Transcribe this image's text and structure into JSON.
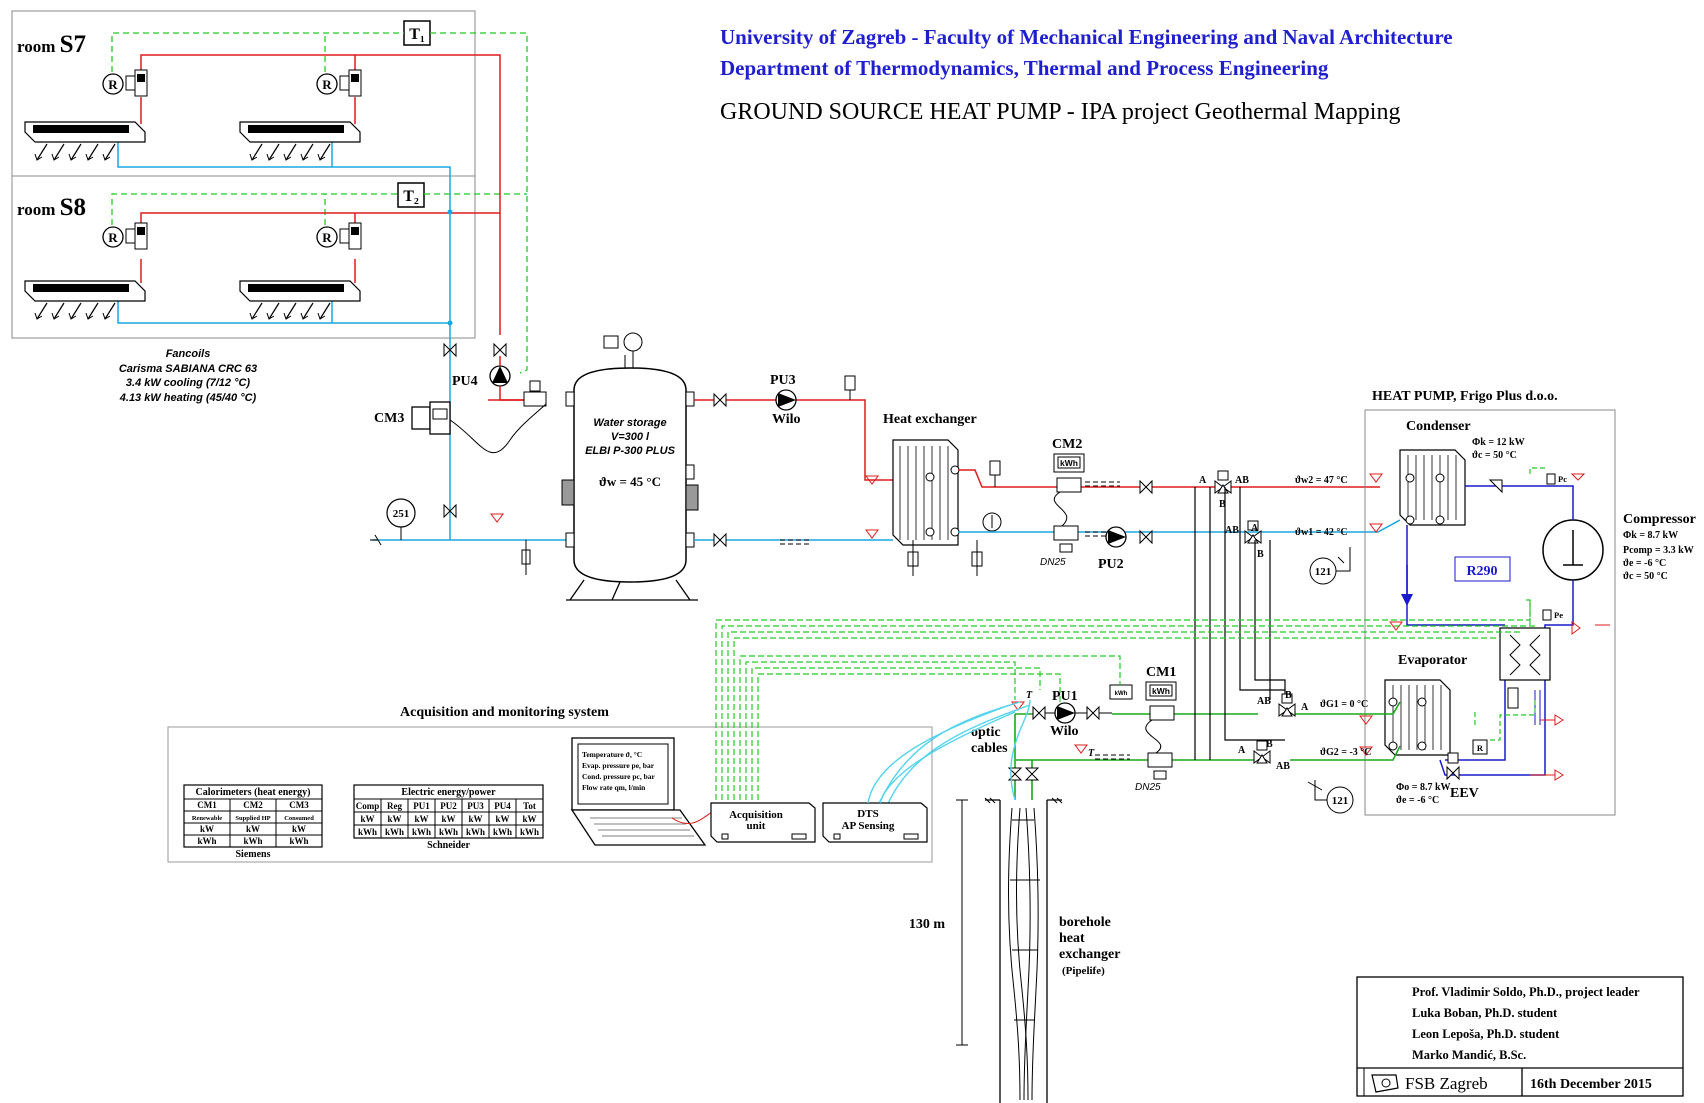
{
  "header": {
    "university": "University of Zagreb - Faculty of Mechanical Engineering and Naval Architecture",
    "department": "Department of Thermodynamics, Thermal and Process Engineering",
    "title": "GROUND SOURCE HEAT PUMP - IPA project Geothermal Mapping"
  },
  "rooms": {
    "s7": {
      "prefix": "room ",
      "name": "S7",
      "sensor": "T₁"
    },
    "s8": {
      "prefix": "room ",
      "name": "S8",
      "sensor": "T₂"
    },
    "regulator_symbol": "R"
  },
  "fancoils": {
    "title": "Fancoils",
    "model": "Carisma SABIANA CRC 63",
    "cooling": "3.4 kW cooling (7/12 °C)",
    "heating": "4.13 kW heating (45/40 °C)"
  },
  "pumps": {
    "pu1": "PU1",
    "pu2": "PU2",
    "pu3": "PU3",
    "pu4": "PU4",
    "brand": "Wilo"
  },
  "meters": {
    "cm1": "CM1",
    "cm2": "CM2",
    "cm3": "CM3",
    "kwh": "kWh",
    "dn25": "DN25"
  },
  "storage": {
    "title": "Water storage",
    "volume": "V=300 l",
    "model": "ELBI P-300 PLUS",
    "temp": "ϑw = 45 °C",
    "vessel_label": "251"
  },
  "heat_exchanger": {
    "title": "Heat exchanger"
  },
  "heat_pump": {
    "title": "HEAT PUMP, Frigo Plus d.o.o.",
    "condenser": "Condenser",
    "cond_power": "Φk = 12 kW",
    "cond_temp": "ϑc = 50 °C",
    "evaporator": "Evaporator",
    "evap_power": "Φo = 8.7 kW",
    "evap_temp": "ϑe = -6 °C",
    "compressor": "Compressor",
    "comp_lines": [
      "Φk = 8.7 kW",
      "Pcomp = 3.3 kW",
      "ϑe = -6 °C",
      "ϑc = 50 °C"
    ],
    "refrigerant": "R290",
    "eev": "EEV",
    "pc": "Pc",
    "pe": "Pe"
  },
  "valves": {
    "a": "A",
    "b": "B",
    "ab": "AB",
    "vessel_121": "121"
  },
  "temperatures": {
    "tw2": "ϑw2 = 47 °C",
    "tw1": "ϑw1 = 42 °C",
    "tg1": "ϑG1 = 0 °C",
    "tg2": "ϑG2 = -3 °C",
    "t": "T"
  },
  "acquisition": {
    "title": "Acquisition and monitoring system",
    "unit": [
      "Acquisition",
      "unit"
    ],
    "dts": [
      "DTS",
      "AP Sensing"
    ],
    "optic": [
      "optic",
      "cables"
    ],
    "laptop_lines": [
      "Temperature ϑ, °C",
      "Evap. pressure pe, bar",
      "Cond. pressure pc, bar",
      "Flow rate  qm, l/min"
    ]
  },
  "calorimeters": {
    "title": "Calorimeters (heat energy)",
    "headers": [
      "CM1",
      "CM2",
      "CM3"
    ],
    "subheaders": [
      "Renewable",
      "Supplied HP",
      "Consumed"
    ],
    "row1": [
      "kW",
      "kW",
      "kW"
    ],
    "row2": [
      "kWh",
      "kWh",
      "kWh"
    ],
    "vendor": "Siemens"
  },
  "electric": {
    "title": "Electric energy/power",
    "headers": [
      "Comp",
      "Reg",
      "PU1",
      "PU2",
      "PU3",
      "PU4",
      "Tot"
    ],
    "row1": [
      "kW",
      "kW",
      "kW",
      "kW",
      "kW",
      "kW",
      "kW"
    ],
    "row2": [
      "kWh",
      "kWh",
      "kWh",
      "kWh",
      "kWh",
      "kWh",
      "kWh"
    ],
    "vendor": "Schneider"
  },
  "borehole": {
    "depth": "130 m",
    "label": [
      "borehole",
      "heat",
      "exchanger"
    ],
    "maker": "(Pipelife)"
  },
  "credits": {
    "people": [
      "Prof. Vladimir Soldo, Ph.D., project leader",
      "Luka Boban, Ph.D. student",
      "Leon Lepoša, Ph.D. student",
      "Marko Mandić, B.Sc."
    ],
    "org": "FSB Zagreb",
    "date": "16th December 2015"
  },
  "colors": {
    "hot": "#e01b1b",
    "cold": "#1aa7e0",
    "ground": "#1aa81a",
    "signal": "#22cc22",
    "refrigerant": "#1a1acc",
    "title_blue": "#1f1fcf"
  }
}
